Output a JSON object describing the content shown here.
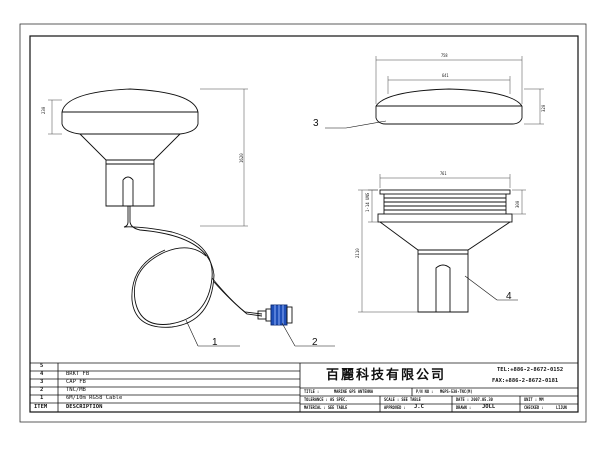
{
  "drawing": {
    "dims": {
      "top_width": "758",
      "body_diameter": "641",
      "dome_height": "320",
      "side_dome_height": "230",
      "side_total_height": "1620",
      "base_flange_width": "761",
      "flange_height": "300",
      "flange_thread": "1-14 UNS",
      "base_total_height": "2110"
    },
    "callouts": [
      "1",
      "2",
      "3",
      "4"
    ]
  },
  "bom": {
    "rows": [
      {
        "item": "5",
        "desc": ""
      },
      {
        "item": "4",
        "desc": "BRKT  FB"
      },
      {
        "item": "3",
        "desc": "CAP  FB"
      },
      {
        "item": "2",
        "desc": "TNC/MB"
      },
      {
        "item": "1",
        "desc": "6M/10m RG58 Cable"
      }
    ],
    "header_item": "ITEM",
    "header_desc": "DESCRIPTION"
  },
  "title_block": {
    "company": "百麗科技有限公司",
    "tel": "TEL:+886-2-8672-0152",
    "fax": "FAX:+886-2-8672-0181",
    "title_label": "TITLE :",
    "title_value": "MARINE GPS ANTENNA",
    "pn_label": "P/N NO :",
    "pn_value": "MGPS-538-TNC(M)",
    "tol_label": "TOLERANCE : AS SPEC.",
    "scale_label": "SCALE : SEE TABLE",
    "date_label": "DATE : 2007.05.30",
    "unit_label": "UNIT : MM",
    "material_label": "MATERIAL : SEE TABLE",
    "approved_label": "APPROVED :",
    "approved_value": "J.C",
    "drawn_label": "DRAWN :",
    "drawn_value": "JOLL",
    "checked_label": "CHECKED :",
    "checked_value": "LIJUN"
  }
}
